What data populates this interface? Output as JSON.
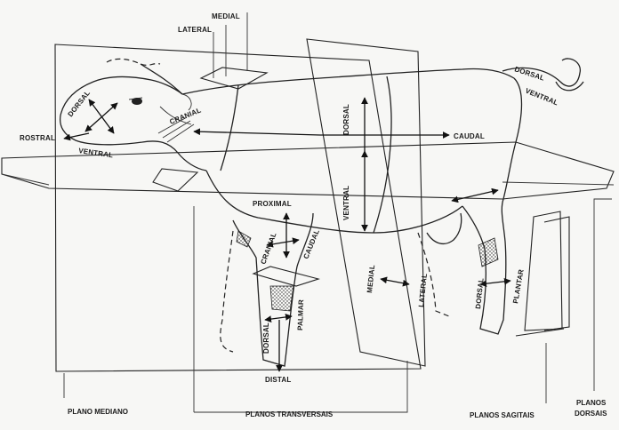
{
  "labels": {
    "medial_top": "MEDIAL",
    "lateral_top": "LATERAL",
    "dorsal_head": "DORSAL",
    "rostral": "ROSTRAL",
    "ventral_head": "VENTRAL",
    "cranial": "CRANIAL",
    "dorsal_body": "DORSAL",
    "caudal": "CAUDAL",
    "dorsal_tail": "DORSAL",
    "ventral_tail": "VENTRAL",
    "ventral_body": "VENTRAL",
    "proximal": "PROXIMAL",
    "cranial_leg": "CRANIAL",
    "caudal_leg": "CAUDAL",
    "dorsal_foreleg": "DORSAL",
    "palmar": "PALMAR",
    "distal": "DISTAL",
    "medial_mid": "MEDIAL",
    "lateral_mid": "LATERAL",
    "dorsal_hindleg": "DORSAL",
    "plantar": "PLANTAR"
  },
  "captions": {
    "plano_mediano": "PLANO MEDIANO",
    "planos_transversais": "PLANOS TRANSVERSAIS",
    "planos_sagitais": "PLANOS SAGITAIS",
    "planos_dorsais_1": "PLANOS",
    "planos_dorsais_2": "DORSAIS"
  }
}
